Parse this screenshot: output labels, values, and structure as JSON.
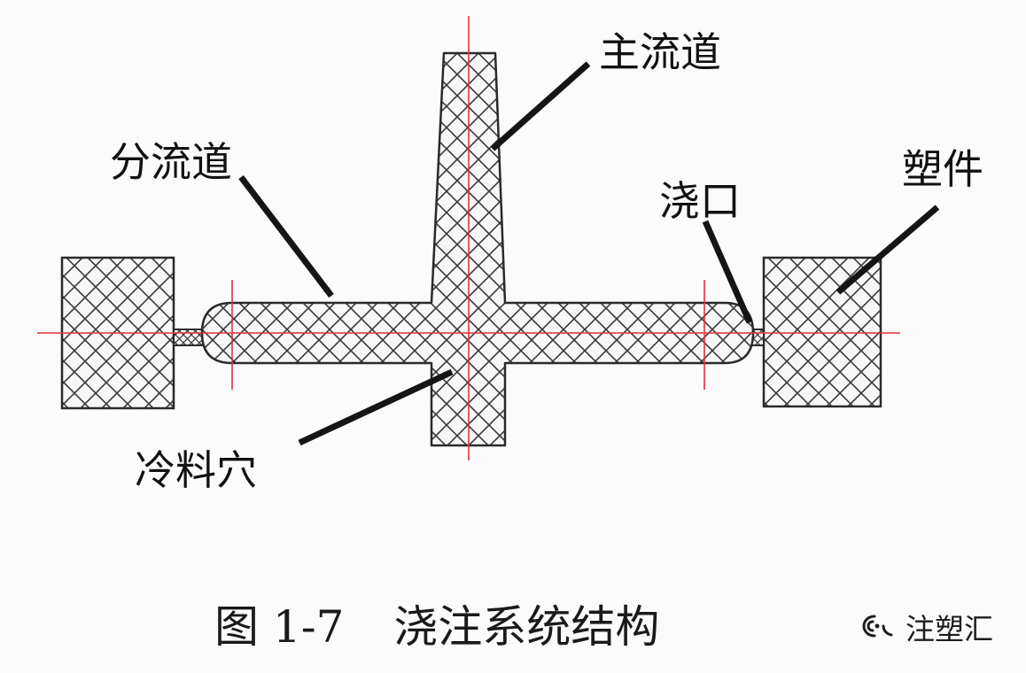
{
  "labels": {
    "sprue": "主流道",
    "runner": "分流道",
    "gate": "浇口",
    "part": "塑件",
    "cold_slug_well": "冷料穴"
  },
  "caption": {
    "figure_number": "图 1-7",
    "title": "浇注系统结构"
  },
  "watermark": {
    "text": "注塑汇",
    "icon": "wechat-official-account-icon"
  },
  "colors": {
    "outline": "#2a2a2a",
    "hatch": "#3a3a3a",
    "centerline": "#e0323c",
    "text": "#111111",
    "background": "#fbfbfb"
  }
}
